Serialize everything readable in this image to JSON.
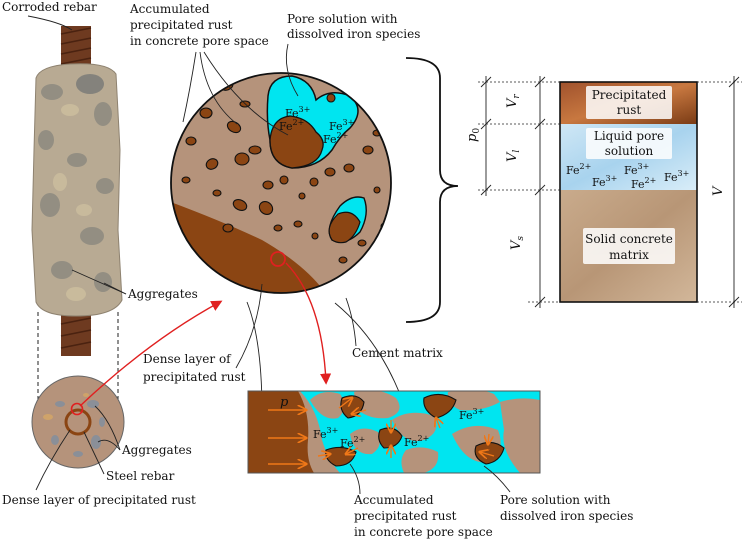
{
  "labels": {
    "corroded_rebar": "Corroded rebar",
    "accumulated_1": "Accumulated",
    "accumulated_2": "precipitated rust",
    "accumulated_3": "in concrete pore space",
    "pore_solution_1": "Pore solution with",
    "pore_solution_2": "dissolved iron species",
    "aggregates_top": "Aggregates",
    "aggregates_bottom": "Aggregates",
    "dense_layer_1": "Dense layer of",
    "dense_layer_2": "precipitated rust",
    "cement_matrix": "Cement matrix",
    "steel_rebar": "Steel rebar",
    "dense_layer_full": "Dense layer of precipitated rust",
    "b_accumulated_1": "Accumulated",
    "b_accumulated_2": "precipitated rust",
    "b_accumulated_3": "in concrete pore space",
    "b_pore_1": "Pore solution with",
    "b_pore_2": "dissolved iron species"
  },
  "ions": {
    "fe3": "Fe",
    "fe2": "Fe",
    "sup3": "3+",
    "sup2": "2+"
  },
  "pressure_symbol": "p",
  "p0_symbol": "p",
  "p0_sub": "0",
  "phase_diagram": {
    "top_label_1": "Precipitated",
    "top_label_2": "rust",
    "mid_label_1": "Liquid pore",
    "mid_label_2": "solution",
    "bottom_label_1": "Solid concrete",
    "bottom_label_2": "matrix",
    "vr": "V",
    "vr_sub": "r",
    "vl": "V",
    "vl_sub": "l",
    "vs": "V",
    "vs_sub": "s",
    "v": "V"
  },
  "colors": {
    "rust": "#8b4513",
    "cement": "#b5937b",
    "pore_solution": "#00e5f0",
    "arrow": "#f07818",
    "highlight": "#e02020"
  }
}
